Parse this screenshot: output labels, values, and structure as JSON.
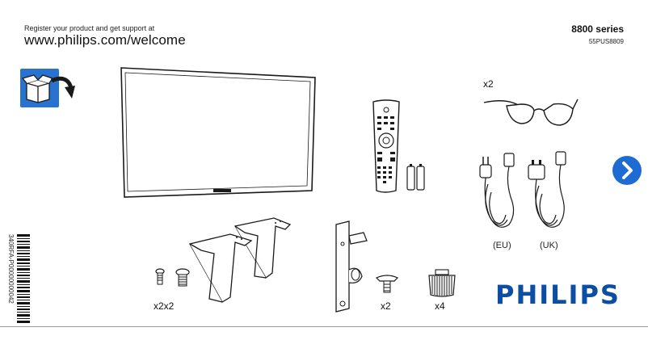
{
  "header": {
    "register_text": "Register your product and get support at",
    "url": "www.philips.com/welcome",
    "series": "8800 series",
    "model": "55PUS8809"
  },
  "contents": {
    "glasses_qty": "x2",
    "region_eu": "(EU)",
    "region_uk": "(UK)",
    "screws_qty": "x2x2",
    "wall_screw_qty": "x2",
    "cap_qty": "x4"
  },
  "brand": {
    "name": "PHILIPS",
    "color": "#0b4ea2"
  },
  "barcode": {
    "code": "340RFA-P00000000042"
  },
  "icons": {
    "next": "chevron-right-icon",
    "unbox": "unbox-icon"
  },
  "colors": {
    "accent": "#1f6bd4",
    "brand": "#0b4ea2"
  }
}
